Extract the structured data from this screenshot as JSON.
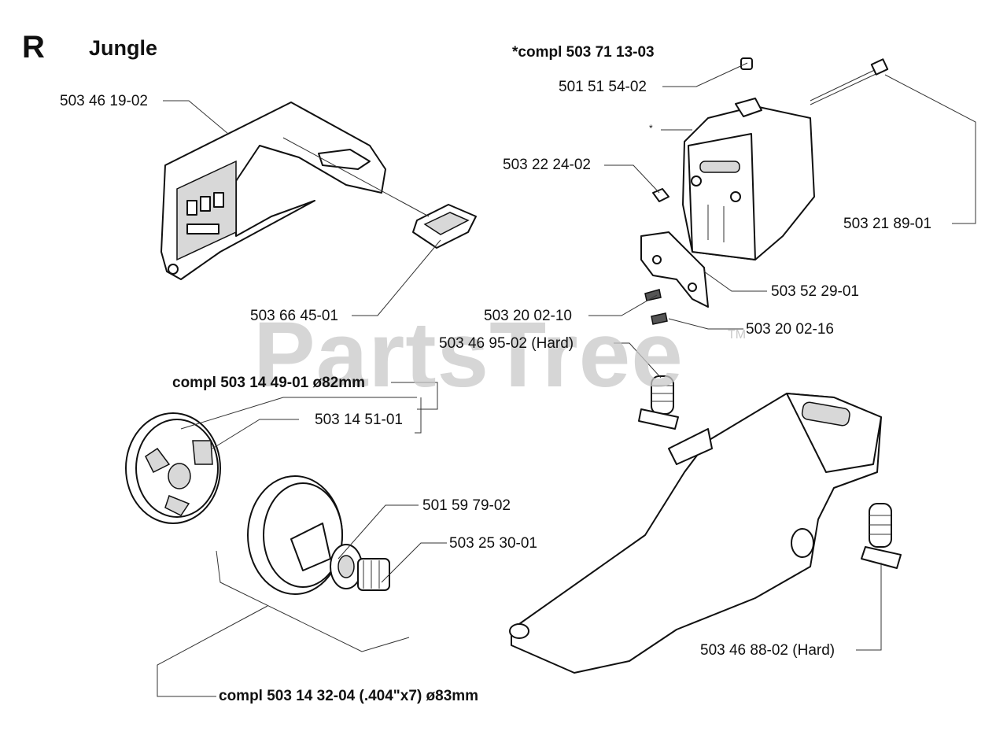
{
  "header": {
    "section_letter": "R",
    "title": "Jungle"
  },
  "watermark": {
    "text": "PartsTree",
    "trademark": "TM"
  },
  "labels": {
    "compl_muffler": "*compl 503 71 13-03",
    "asterisk_marker": "*",
    "p_501_51_54_02": "501 51 54-02",
    "p_503_46_19_02": "503 46 19-02",
    "p_503_22_24_02": "503 22 24-02",
    "p_503_21_89_01": "503 21 89-01",
    "p_503_52_29_01": "503 52 29-01",
    "p_503_66_45_01": "503 66 45-01",
    "p_503_20_02_10": "503 20 02-10",
    "p_503_20_02_16": "503 20 02-16",
    "p_503_46_95_02": "503 46 95-02 (Hard)",
    "compl_clutch": "compl 503 14 49-01 ø82mm",
    "p_503_14_51_01": "503 14 51-01",
    "p_501_59_79_02": "501 59 79-02",
    "p_503_25_30_01": "503 25 30-01",
    "p_503_46_88_02": "503 46 88-02 (Hard)",
    "compl_drum": "compl 503 14 32-04 (.404\"x7) ø83mm"
  }
}
